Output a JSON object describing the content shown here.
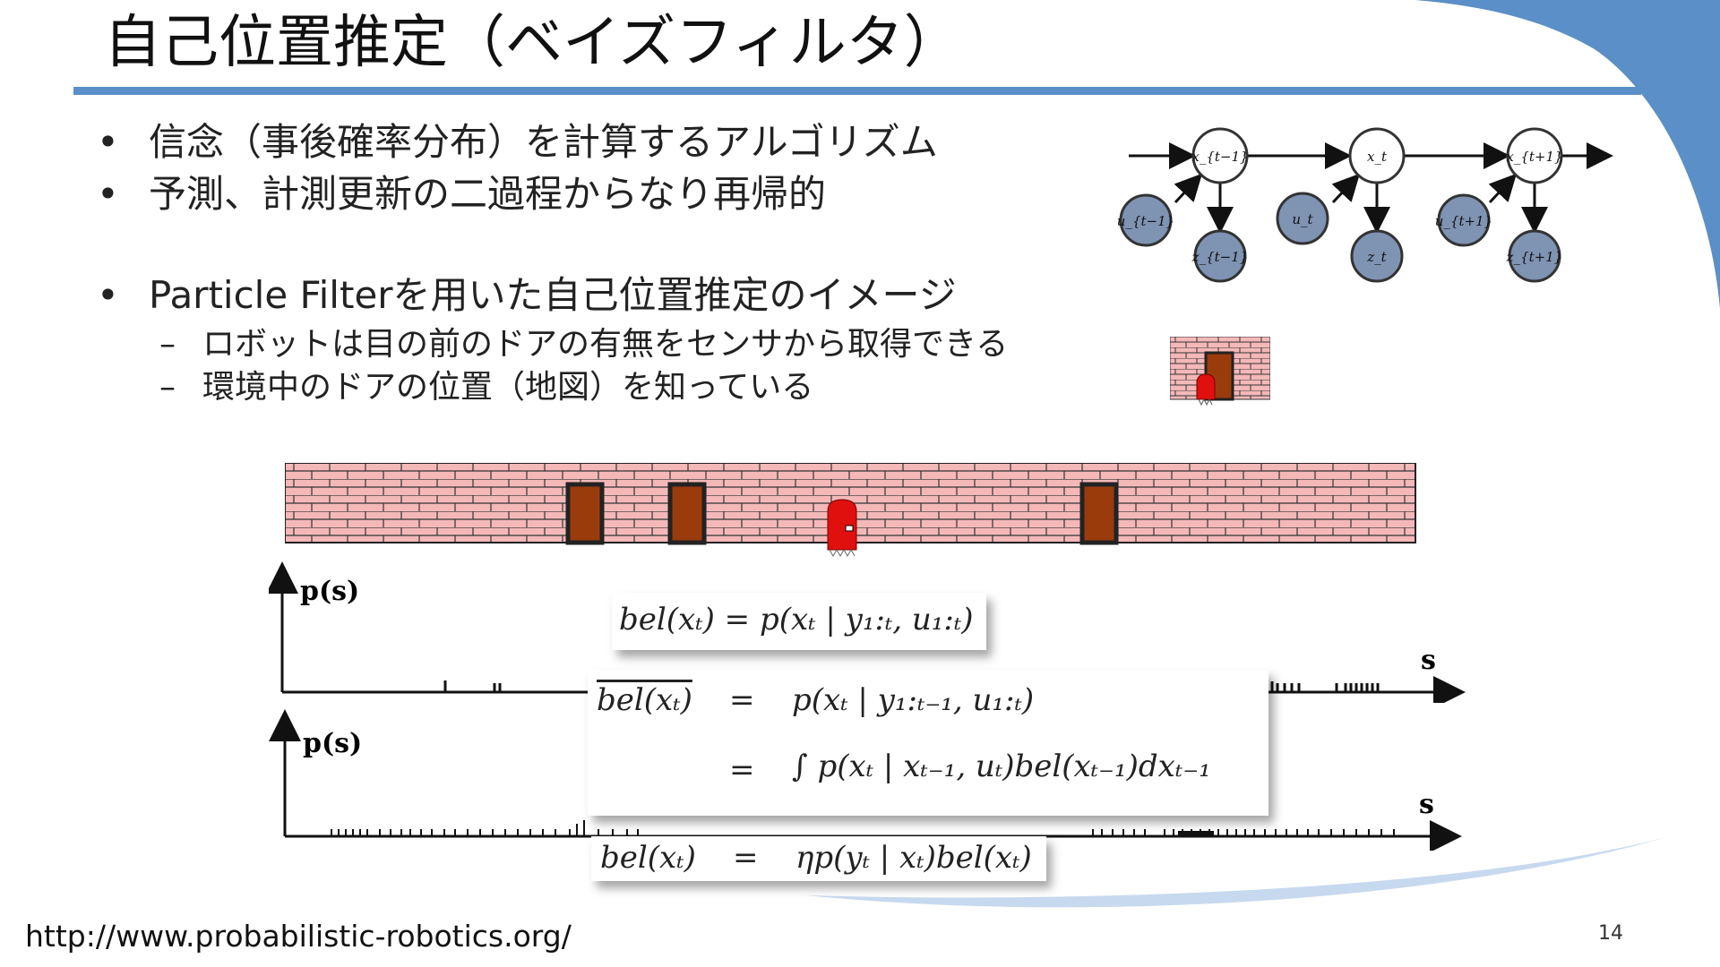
{
  "slide": {
    "title": "自己位置推定（ベイズフィルタ）",
    "bullets": [
      "信念（事後確率分布）を計算するアルゴリズム",
      "予測、計測更新の二過程からなり再帰的",
      "Particle Filterを用いた自己位置推定のイメージ"
    ],
    "bullet_symbol": "•",
    "sub_bullets": [
      "ロボットは目の前のドアの有無をセンサから取得できる",
      "環境中のドアの位置（地図）を知っている"
    ],
    "dash_symbol": "–",
    "url": "http://www.probabilistic-robotics.org/",
    "page_number": "14"
  },
  "bayes_net": {
    "states": [
      "x_{t−1}",
      "x_t",
      "x_{t+1}"
    ],
    "controls": [
      "u_{t−1}",
      "u_t",
      "u_{t+1}"
    ],
    "observations": [
      "z_{t−1}",
      "z_t",
      "z_{t+1}"
    ],
    "colors": {
      "state_fill": "#ffffff",
      "shaded_fill": "#7f93b3",
      "stroke": "#333333"
    }
  },
  "plots": {
    "top": {
      "ylabel": "p(s)",
      "xlabel": "s"
    },
    "bottom": {
      "ylabel": "p(s)",
      "xlabel": "s"
    }
  },
  "formulas": {
    "belief": "bel(xₜ) = p(xₜ | y₁:ₜ, u₁:ₜ)",
    "prediction_lhs": "bel(xₜ)",
    "prediction_eq1": "=",
    "prediction_rhs1": "p(xₜ | y₁:ₜ₋₁, u₁:ₜ)",
    "prediction_eq2": "=",
    "prediction_rhs2": "∫ p(xₜ | xₜ₋₁, uₜ)bel(xₜ₋₁)dxₜ₋₁",
    "update_lhs": "bel(xₜ)",
    "update_eq": "=",
    "update_rhs": "ηp(yₜ | xₜ)bel(xₜ)"
  },
  "colors": {
    "accent_blue": "#5b8fc7",
    "brick": "#f4b8b8",
    "door": "#9a3b0c",
    "robot": "#e0100e"
  }
}
